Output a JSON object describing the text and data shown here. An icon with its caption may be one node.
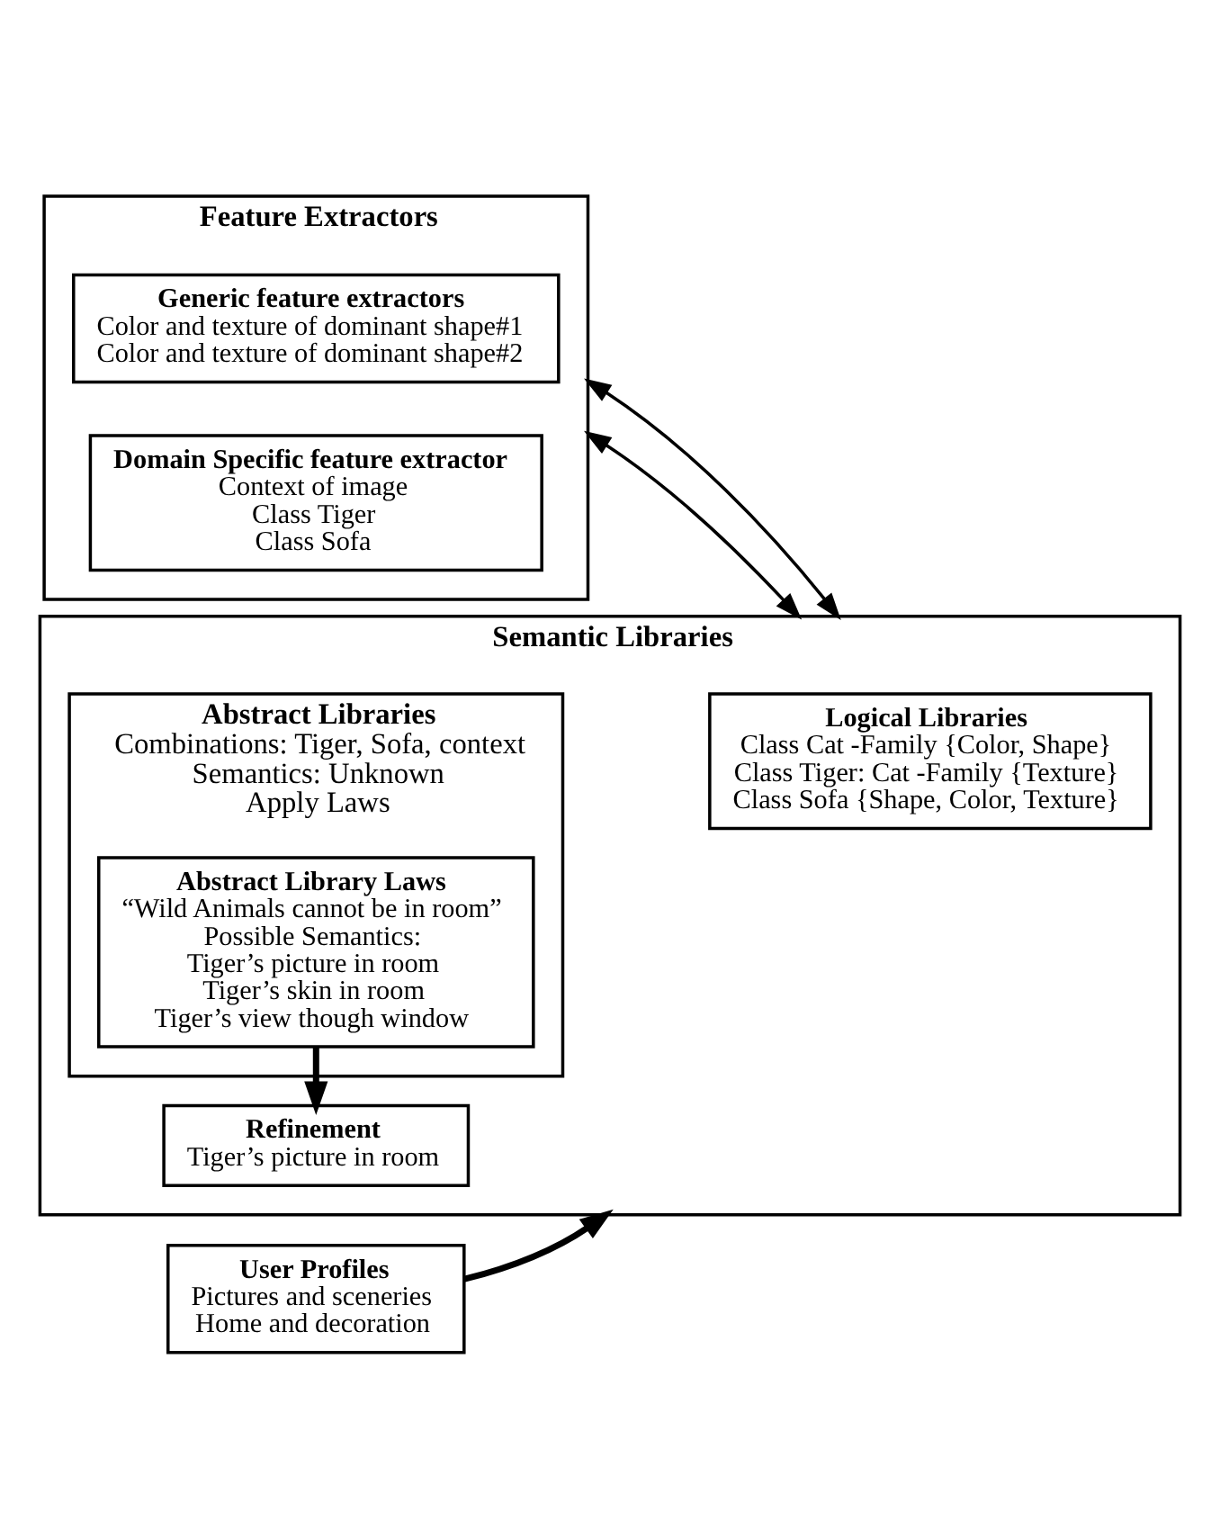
{
  "diagram": {
    "nodes": [
      {
        "text": [
          "Feature Extractors"
        ]
      },
      {
        "text": [
          "Generic feature extractors",
          "Color and texture of dominant shape#1",
          "Color and texture of dominant shape#2"
        ],
        "in": 0
      },
      {
        "text": [
          "Domain Specific feature extractor",
          "Context of image",
          "Class Tiger",
          "Class Sofa"
        ],
        "in": 0
      },
      {
        "text": [
          "Semantic Libraries"
        ]
      },
      {
        "text": [
          "Logical Libraries",
          "Class Cat -Family {Color, Shape}",
          "Class Tiger: Cat -Family {Texture}",
          "Class Sofa {Shape, Color, Texture}"
        ],
        "in": 3
      },
      {
        "text": [
          "Abstract Libraries",
          "Combinations: Tiger, Sofa, context",
          "Semantics: Unknown",
          "Apply Laws"
        ],
        "in": 3
      },
      {
        "text": [
          "Abstract Library Laws",
          "“Wild Animals cannot be in room”",
          "Possible Semantics:",
          "Tiger’s picture in room",
          "Tiger’s skin in room",
          "Tiger’s view though window"
        ],
        "in": 5
      },
      {
        "text": [
          "Refinement",
          "Tiger’s picture in room"
        ],
        "in": 3
      },
      {
        "text": [
          "User Profiles",
          "Pictures and sceneries",
          "Home and decoration"
        ]
      }
    ],
    "edges": [
      {
        "from": 0,
        "to": 3,
        "arrow": "both"
      },
      {
        "from": 0,
        "to": 3,
        "arrow": "both"
      },
      {
        "from": 8,
        "to": 3,
        "arrow": "to",
        "style": "thick"
      },
      {
        "from": 6,
        "to": 7,
        "arrow": "to",
        "style": "thick"
      }
    ]
  }
}
